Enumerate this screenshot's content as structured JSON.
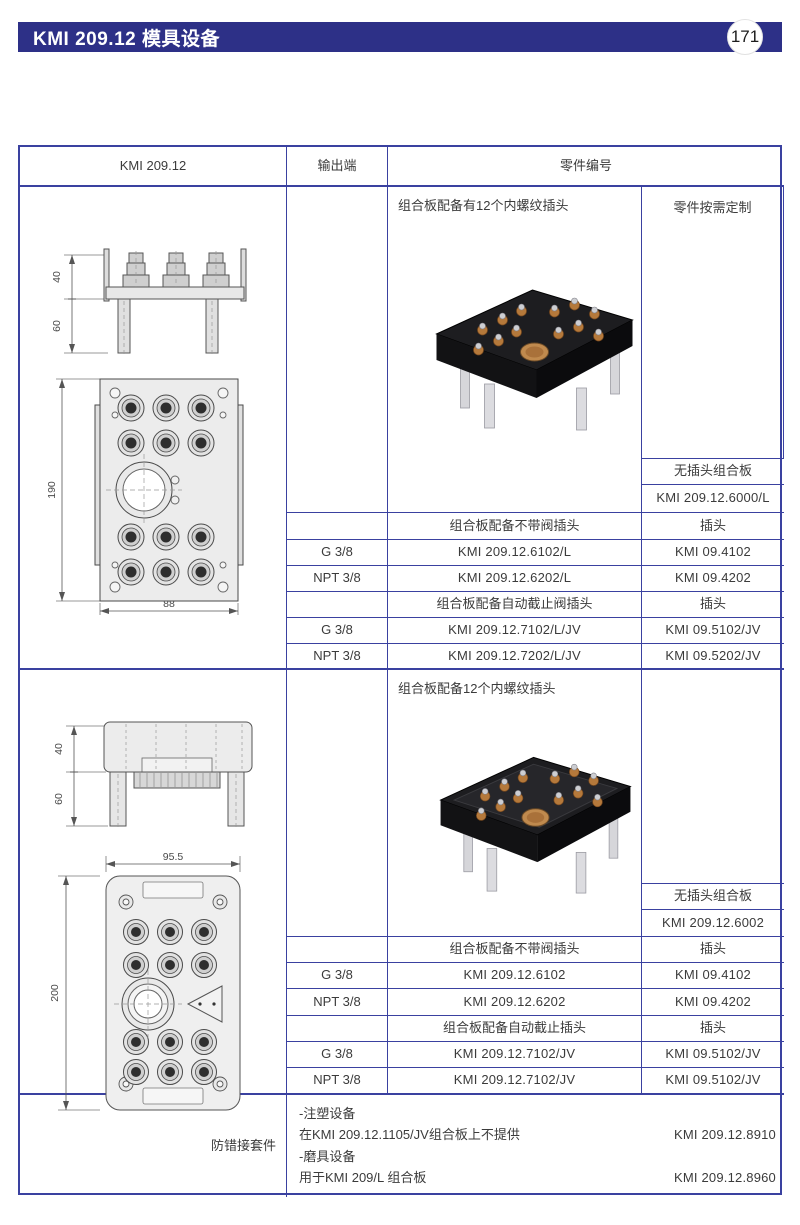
{
  "header": {
    "title": "KMI 209.12 模具设备",
    "page_number": "171"
  },
  "colors": {
    "header_bg": "#2d3087",
    "table_border": "#3a41a0"
  },
  "table": {
    "head": {
      "col1": "KMI 209.12",
      "col2": "输出端",
      "col3": "零件编号"
    },
    "section1": {
      "intro": "组合板配备有12个内螺纹插头",
      "custom_note": "零件按需定制",
      "no_plug_label": "无插头组合板",
      "no_plug_part": "KMI 209.12.6000/L",
      "drawing": {
        "side_top": "40",
        "side_bottom": "60",
        "front_height": "190",
        "front_width": "88"
      },
      "groups": [
        {
          "title": "组合板配备不带阀插头",
          "plug_title": "插头",
          "rows": [
            {
              "out": "G 3/8",
              "part": "KMI 209.12.6102/L",
              "plug": "KMI 09.4102"
            },
            {
              "out": "NPT 3/8",
              "part": "KMI 209.12.6202/L",
              "plug": "KMI 09.4202"
            }
          ]
        },
        {
          "title": "组合板配备自动截止阀插头",
          "plug_title": "插头",
          "rows": [
            {
              "out": "G 3/8",
              "part": "KMI 209.12.7102/L/JV",
              "plug": "KMI 09.5102/JV"
            },
            {
              "out": "NPT 3/8",
              "part": "KMI 209.12.7202/L/JV",
              "plug": "KMI 09.5202/JV"
            }
          ]
        }
      ]
    },
    "section2": {
      "intro": "组合板配备12个内螺纹插头",
      "no_plug_label": "无插头组合板",
      "no_plug_part": "KMI 209.12.6002",
      "drawing": {
        "side_top": "40",
        "side_bottom": "60",
        "front_width": "95.5",
        "front_height": "200"
      },
      "groups": [
        {
          "title": "组合板配备不带阀插头",
          "plug_title": "插头",
          "rows": [
            {
              "out": "G 3/8",
              "part": "KMI 209.12.6102",
              "plug": "KMI 09.4102"
            },
            {
              "out": "NPT 3/8",
              "part": "KMI 209.12.6202",
              "plug": "KMI 09.4202"
            }
          ]
        },
        {
          "title": "组合板配备自动截止插头",
          "plug_title": "插头",
          "rows": [
            {
              "out": "G 3/8",
              "part": "KMI 209.12.7102/JV",
              "plug": "KMI 09.5102/JV"
            },
            {
              "out": "NPT 3/8",
              "part": "KMI 209.12.7102/JV",
              "plug": "KMI 09.5102/JV"
            }
          ]
        }
      ]
    },
    "footer": {
      "label": "防错接套件",
      "lines": [
        {
          "text": "-注塑设备",
          "part": ""
        },
        {
          "text": "在KMI 209.12.1105/JV组合板上不提供",
          "part": "KMI 209.12.8910"
        },
        {
          "text": "-磨具设备",
          "part": ""
        },
        {
          "text": "用于KMI 209/L 组合板",
          "part": "KMI 209.12.8960"
        }
      ]
    }
  }
}
